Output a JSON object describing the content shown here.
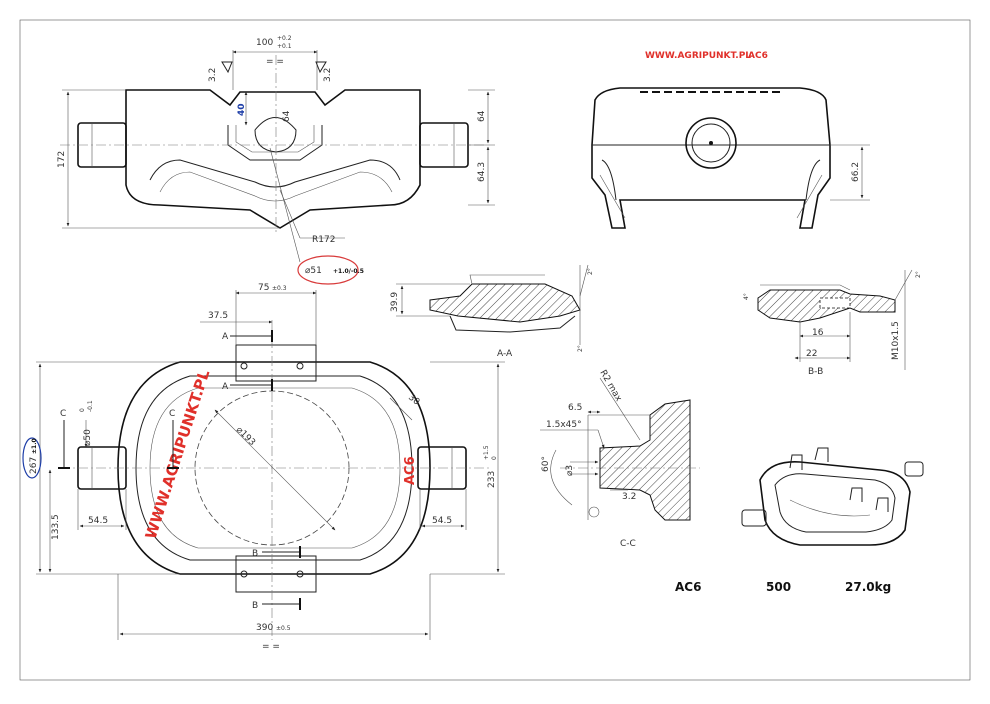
{
  "watermarks": {
    "site_top": "WWW.AGRIPUNKT.PL",
    "model_top": "AC6",
    "site_plan": "WWW.AGRIPUNKT.PL",
    "model_plan": "AC6"
  },
  "front_view": {
    "dim_width": "100",
    "tol_width_top": "+0.2",
    "tol_width_bottom": "+0.1",
    "eq_mark": "= =",
    "dim_chamfer_left": "3.2",
    "dim_chamfer_right": "3.2",
    "dim_depth": "40",
    "dim_center": "64",
    "dim_height": "172",
    "dim_right_top": "64",
    "dim_right_bottom": "64.3",
    "dim_radius": "R172",
    "dim_bore": "⌀51",
    "dim_bore_tol": "+1.0/-0.5"
  },
  "side_view": {
    "dim_height": "66.2"
  },
  "section_aa": {
    "label": "A-A",
    "dim_height": "39.9",
    "angle_top": "2°",
    "angle_bottom": "2°"
  },
  "section_bb": {
    "label": "B-B",
    "angle_top": "2°",
    "angle_mid": "4°",
    "dim_16": "16",
    "dim_22": "22",
    "dim_thread": "M10x1.5"
  },
  "plan_view": {
    "dim_75": "75",
    "tol_75": "±0.3",
    "dim_37": "37.5",
    "cut_a": "A",
    "cut_b": "B",
    "cut_c": "C",
    "dim_30": "30",
    "dim_193": "⌀193",
    "dim_50": "⌀50",
    "tol_50_top": "0",
    "tol_50_bottom": "-0.1",
    "dim_267": "267",
    "tol_267": "±1.0",
    "dim_233": "233",
    "tol_233_top": "+1.5",
    "tol_233_bottom": "0",
    "dim_133": "133.5",
    "dim_54_left": "54.5",
    "dim_54_right": "54.5",
    "dim_390": "390",
    "tol_390": "±0.5",
    "eq_mark": "= ="
  },
  "section_cc": {
    "label": "C-C",
    "dim_r2": "R2 max",
    "dim_6_5": "6.5",
    "dim_chamfer": "1.5x45°",
    "dim_60": "60°",
    "dim_3": "⌀3",
    "dim_3_2": "3.2"
  },
  "title_block": {
    "model": "AC6",
    "load": "500",
    "weight": "27.0kg"
  }
}
